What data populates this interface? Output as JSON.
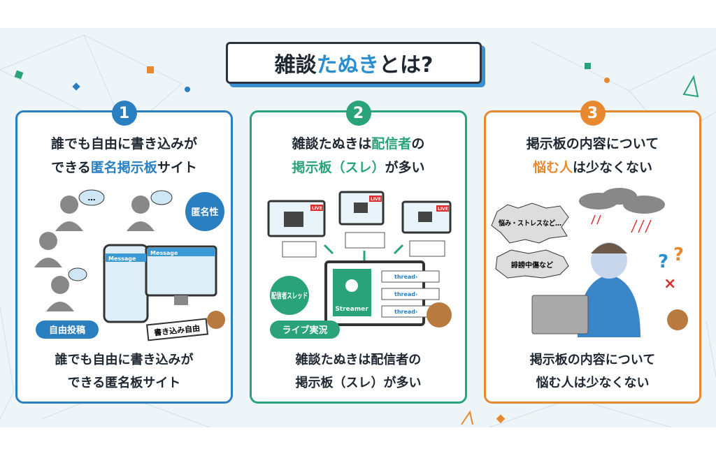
{
  "title": {
    "part1": "雑談",
    "highlight": "たぬき",
    "part2": "とは?"
  },
  "colors": {
    "blue": "#2a7fc0",
    "green": "#2aa37a",
    "orange": "#e8892f",
    "background": "#eef5f8"
  },
  "cards": [
    {
      "number": "1",
      "heading_line1": "誰でも自由に書き込みが",
      "heading_line2_pre": "できる",
      "heading_line2_hl": "匿名掲示板",
      "heading_line2_post": "サイト",
      "badges": {
        "anonymity": "匿名性",
        "free_post": "自由投稿",
        "sign": "書き込み自由"
      },
      "screen_label": "Message",
      "bubble": "…",
      "caption_line1": "誰でも自由に書き込みが",
      "caption_line2": "できる匿名板サイト"
    },
    {
      "number": "2",
      "heading_line1_pre": "雑談たぬきは",
      "heading_line1_hl": "配信者",
      "heading_line1_post": "の",
      "heading_line2_hl": "掲示板（スレ）",
      "heading_line2_post": "が多い",
      "badges": {
        "streamer_thread": "配信者スレッド",
        "live": "ライブ実況"
      },
      "live_tag": "LIVE",
      "streamer": "Streamer",
      "thread": "thread›",
      "caption_line1": "雑談たぬきは配信者の",
      "caption_line2": "掲示板（スレ）が多い"
    },
    {
      "number": "3",
      "heading_line1": "掲示板の内容について",
      "heading_line2_hl": "悩む人",
      "heading_line2_post": "は少なくない",
      "bubbles": {
        "stress": "悩み・ストレスなど…",
        "slander": "誹謗中傷など"
      },
      "caption_line1": "掲示板の内容について",
      "caption_line2": "悩む人は少なくない"
    }
  ]
}
